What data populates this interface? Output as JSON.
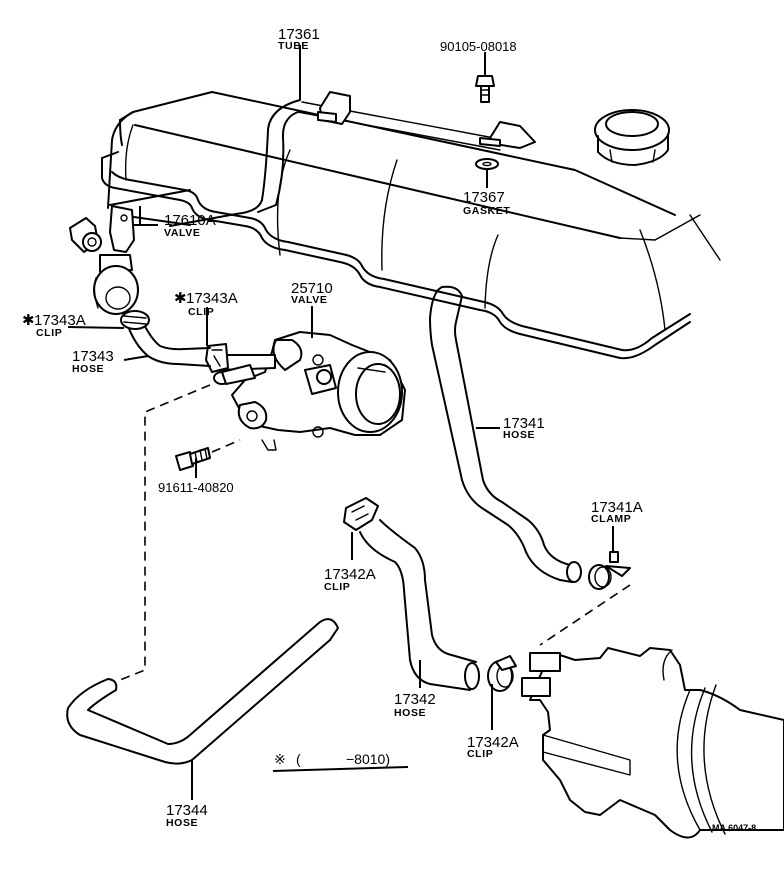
{
  "diagram": {
    "title": "",
    "drawing_code": "MA 6047-8",
    "legend_note": {
      "symbol": "※",
      "text_open": "(",
      "text_range": "−8010)"
    },
    "parts": [
      {
        "id": "tube-17361",
        "number": "17361",
        "name": "TUBE"
      },
      {
        "id": "bolt-90105",
        "number": "90105-08018",
        "name": ""
      },
      {
        "id": "gasket-17367",
        "number": "17367",
        "name": "GASKET"
      },
      {
        "id": "valve-17610a",
        "number": "17610A",
        "name": "VALVE"
      },
      {
        "id": "clip-17343a-left",
        "number": "17343A",
        "name": "CLIP",
        "marker": "✱"
      },
      {
        "id": "clip-17343a-center",
        "number": "17343A",
        "name": "CLIP",
        "marker": "✱"
      },
      {
        "id": "valve-25710",
        "number": "25710",
        "name": "VALVE"
      },
      {
        "id": "hose-17343",
        "number": "17343",
        "name": "HOSE"
      },
      {
        "id": "bolt-91611",
        "number": "91611-40820",
        "name": ""
      },
      {
        "id": "hose-17341",
        "number": "17341",
        "name": "HOSE"
      },
      {
        "id": "clamp-17341a",
        "number": "17341A",
        "name": "CLAMP"
      },
      {
        "id": "clip-17342a-upper",
        "number": "17342A",
        "name": "CLIP"
      },
      {
        "id": "hose-17342",
        "number": "17342",
        "name": "HOSE"
      },
      {
        "id": "clip-17342a-lower",
        "number": "17342A",
        "name": "CLIP"
      },
      {
        "id": "hose-17344",
        "number": "17344",
        "name": "HOSE"
      }
    ]
  }
}
